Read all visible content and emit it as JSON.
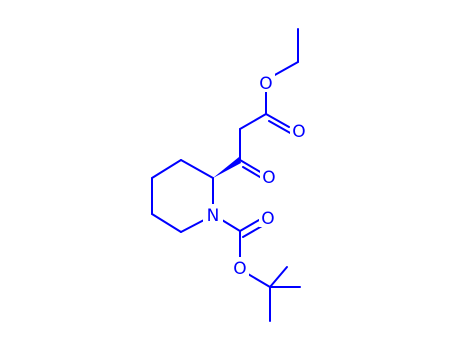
{
  "colors": {
    "bond": "#0000ff",
    "label": "#0000ff",
    "background": "#ffffff"
  },
  "atoms": {
    "ester_ether_oxygen": "O",
    "ester_carbonyl_oxygen": "O",
    "ketone_oxygen": "O",
    "piperidine_nitrogen": "N",
    "carbamate_carbonyl_oxygen": "O",
    "carbamate_ether_oxygen": "O"
  }
}
